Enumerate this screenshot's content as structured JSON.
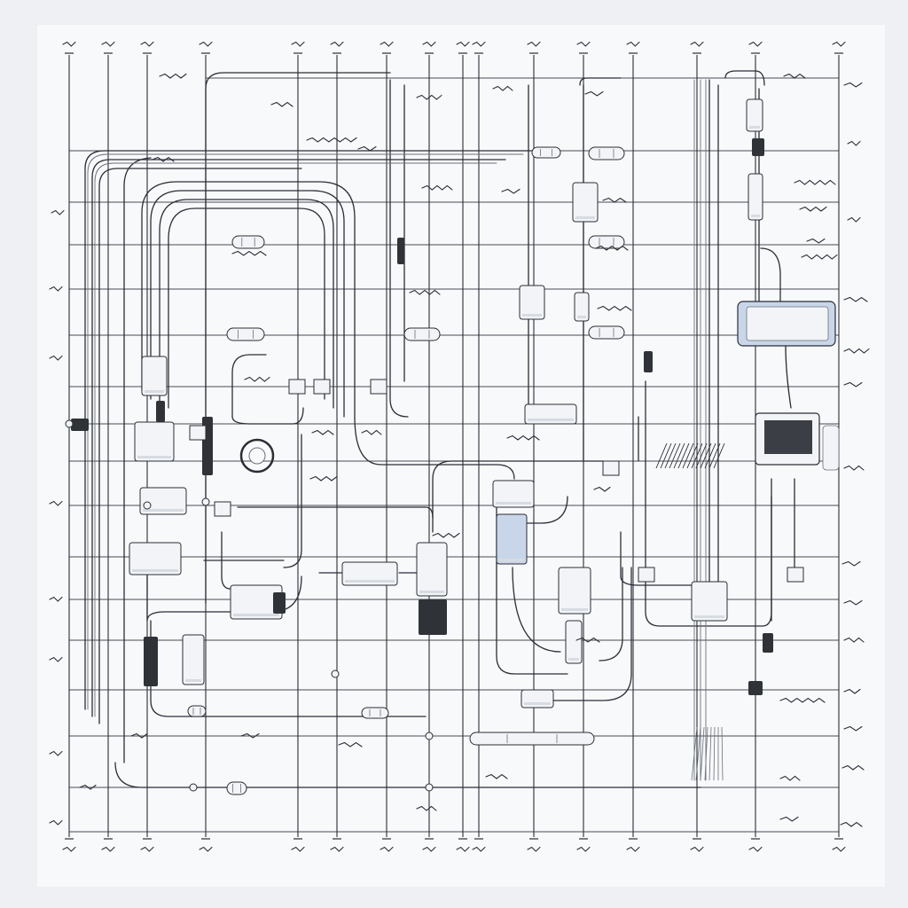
{
  "colors": {
    "background": "#eef0f3",
    "sheet": "#f8f9fb",
    "ink": "#2a2e36",
    "ink_light": "#6a707a",
    "component_fill": "#f2f4f7",
    "component_shade": "#d7dbe2",
    "connector_dark": "#2f3338",
    "accent_blue": "#c9d6ea",
    "screen_dark": "#3b3e44"
  },
  "icons": {
    "connector": "rounded-capsule",
    "junction_box": "rectangle",
    "plug": "dark-plug",
    "coil": "ring"
  }
}
